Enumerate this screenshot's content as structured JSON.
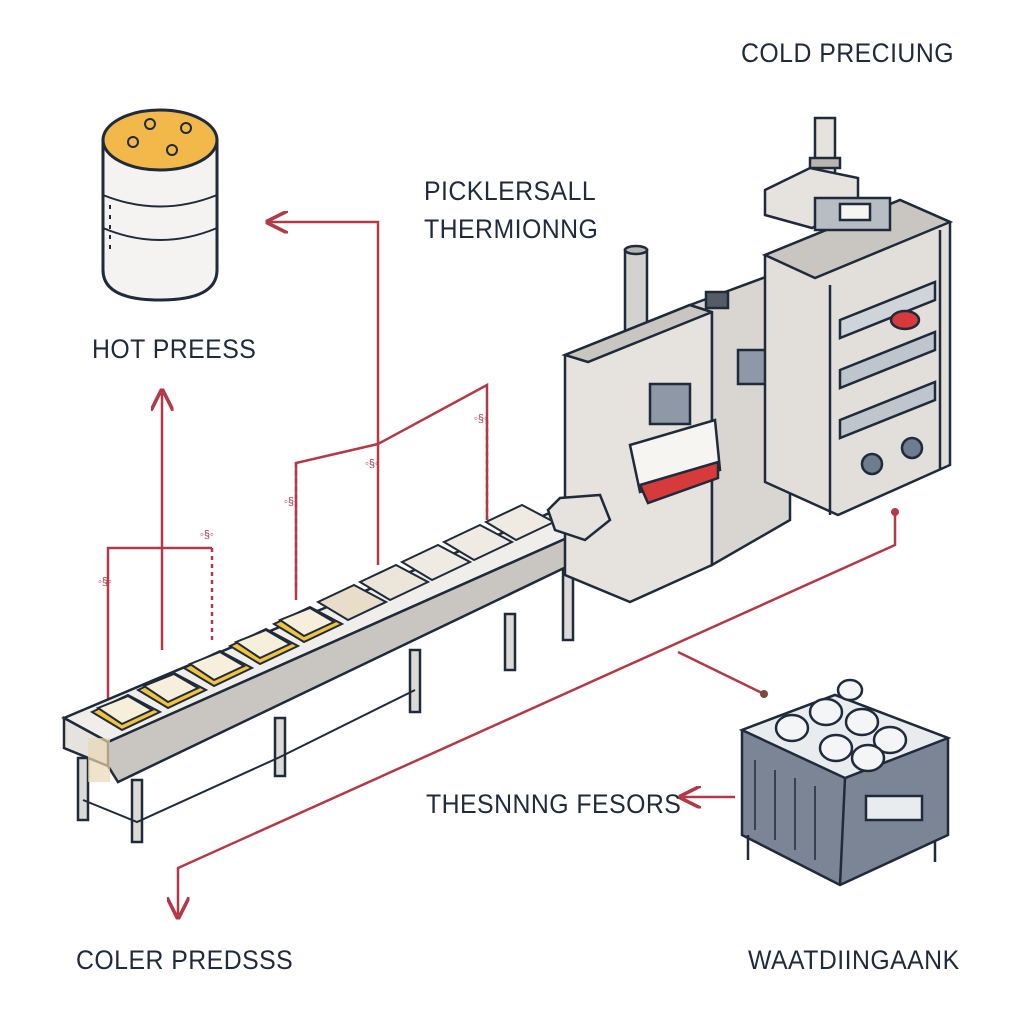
{
  "labels": {
    "cold_preciung": "COLD PRECIUNG",
    "picklersall": "PICKLERSALL",
    "thermionng": "THERMIONNG",
    "hot_preess": "HOT PREESS",
    "thesnnng_fesors": "THESNNNG FESORS",
    "coler_predsss": "COLER PREDSSS",
    "waatdiingaank": "WAATDIINGAANK"
  },
  "colors": {
    "arrow": "#b23a48",
    "ink": "#1f2a3a",
    "machine": "#e6e3df",
    "machine_dark": "#c9c6c2",
    "tray": "#f2c33d",
    "bin": "#7b8596",
    "accent_red": "#d63a3a"
  },
  "icons": [
    "barrel-icon",
    "conveyor-icon",
    "thermoformer-icon",
    "press-tower-icon",
    "waste-bin-icon"
  ]
}
